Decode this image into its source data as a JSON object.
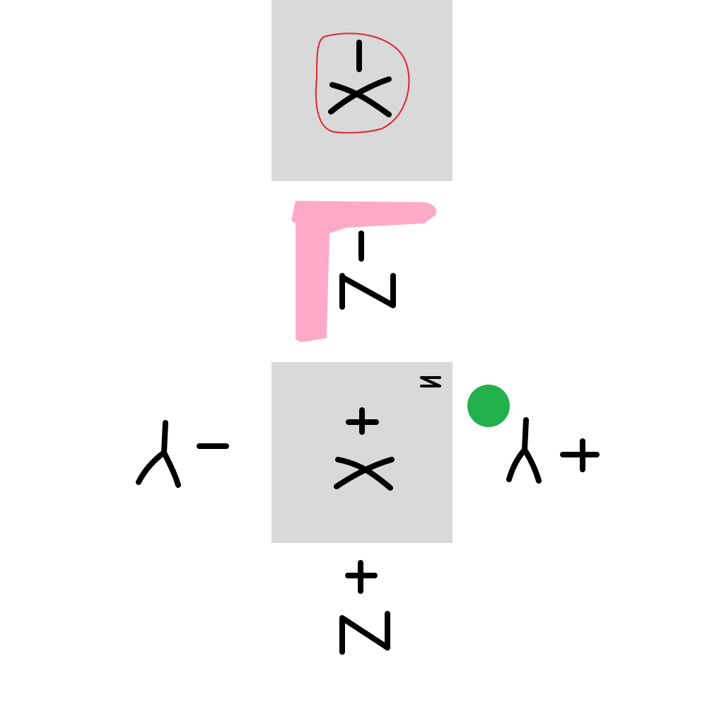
{
  "cube_faces": {
    "neg_x": {
      "label": "-X",
      "selected": true
    },
    "pos_x": {
      "label": "+X",
      "marker": "2"
    },
    "neg_z": {
      "label": "-Z"
    },
    "pos_z": {
      "label": "+Z"
    },
    "neg_y": {
      "label": "-Y"
    },
    "pos_y": {
      "label": "+Y"
    }
  },
  "colors": {
    "tile_fill": "#d9d9d9",
    "stroke": "#000000",
    "selection_outline": "#e0242c",
    "highlight_brush": "#ffa9c8",
    "indicator_dot": "#22b14c"
  },
  "icons": {
    "indicator_dot": "green-dot-icon",
    "highlight_brush": "pink-brush-stroke"
  }
}
